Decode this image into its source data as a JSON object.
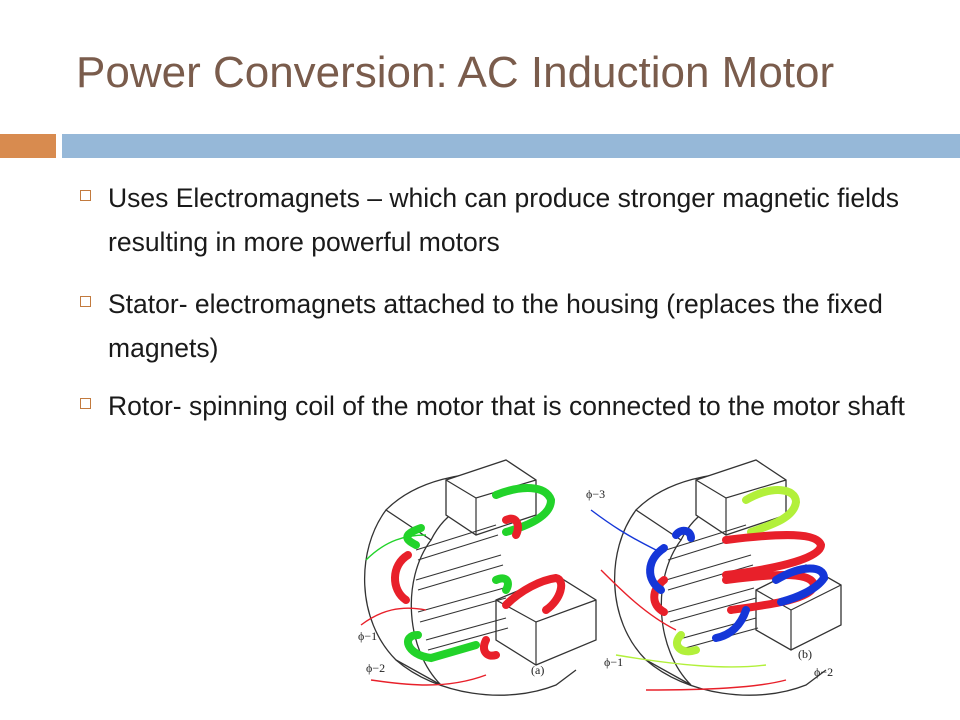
{
  "slide": {
    "title": "Power Conversion: AC Induction Motor",
    "bullets": [
      "Uses Electromagnets – which can produce stronger magnetic fields resulting in more powerful motors",
      "Stator- electromagnets attached to the housing (replaces the fixed magnets)",
      "Rotor- spinning coil of the motor that is connected to the motor shaft"
    ]
  },
  "figure": {
    "labels": {
      "a_phi1": "ϕ−1",
      "a_phi2": "ϕ−2",
      "a_caption": "(a)",
      "b_phi3": "ϕ−3",
      "b_phi1": "ϕ−1",
      "b_phi2": "ϕ−2",
      "b_caption": "(b)"
    },
    "colors": {
      "red": "#e8202a",
      "green": "#22d32a",
      "light_green": "#b2f03a",
      "blue": "#1436d8"
    }
  }
}
